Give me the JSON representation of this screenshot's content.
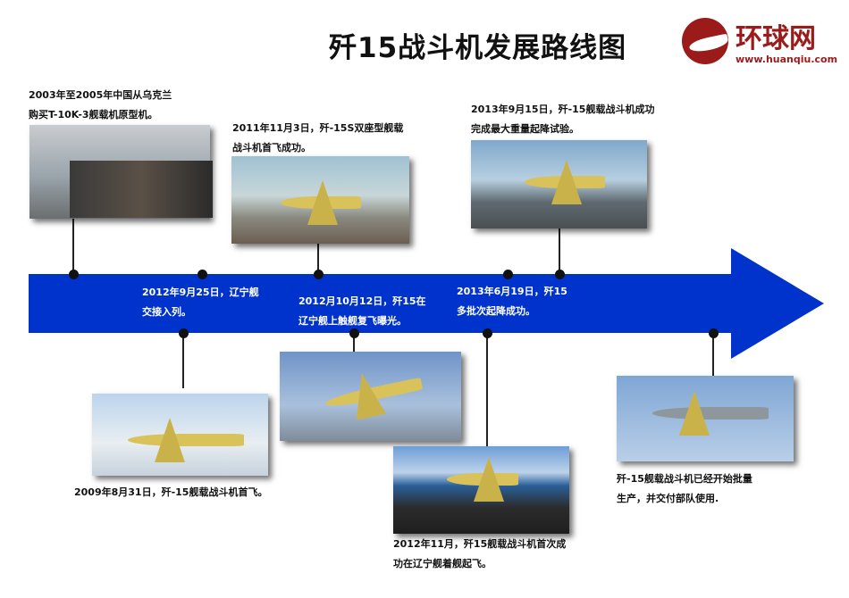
{
  "title": "歼15战斗机发展路线图",
  "logo": {
    "name": "环球网",
    "url": "www.huanqiu.com"
  },
  "colors": {
    "timeline": "#0033cc",
    "logo": "#9b1b1b"
  },
  "events": [
    {
      "line1": "2003年至2005年中国从乌克兰",
      "line2": "购买T-10K-3舰载机原型机。"
    },
    {
      "line1": "2009年8月31日，歼-15舰载战斗机首飞。"
    },
    {
      "line1": "2011年11月3日，歼-15S双座型舰载",
      "line2": "战斗机首飞成功。"
    },
    {
      "line1": "2012年9月25日，辽宁舰",
      "line2": "交接入列。"
    },
    {
      "line1": "2012月10月12日，歼15在",
      "line2": "辽宁舰上触舰复飞曝光。"
    },
    {
      "line1": "2012年11月，歼15舰载战斗机首次成",
      "line2": "功在辽宁舰着舰起飞。"
    },
    {
      "line1": "2013年6月19日，歼15",
      "line2": "多批次起降成功。"
    },
    {
      "line1": "2013年9月15日，歼-15舰载战斗机成功",
      "line2": "完成最大重量起降试验。"
    },
    {
      "line1": "歼-15舰载战斗机已经开始批量",
      "line2": "生产，并交付部队使用."
    }
  ]
}
